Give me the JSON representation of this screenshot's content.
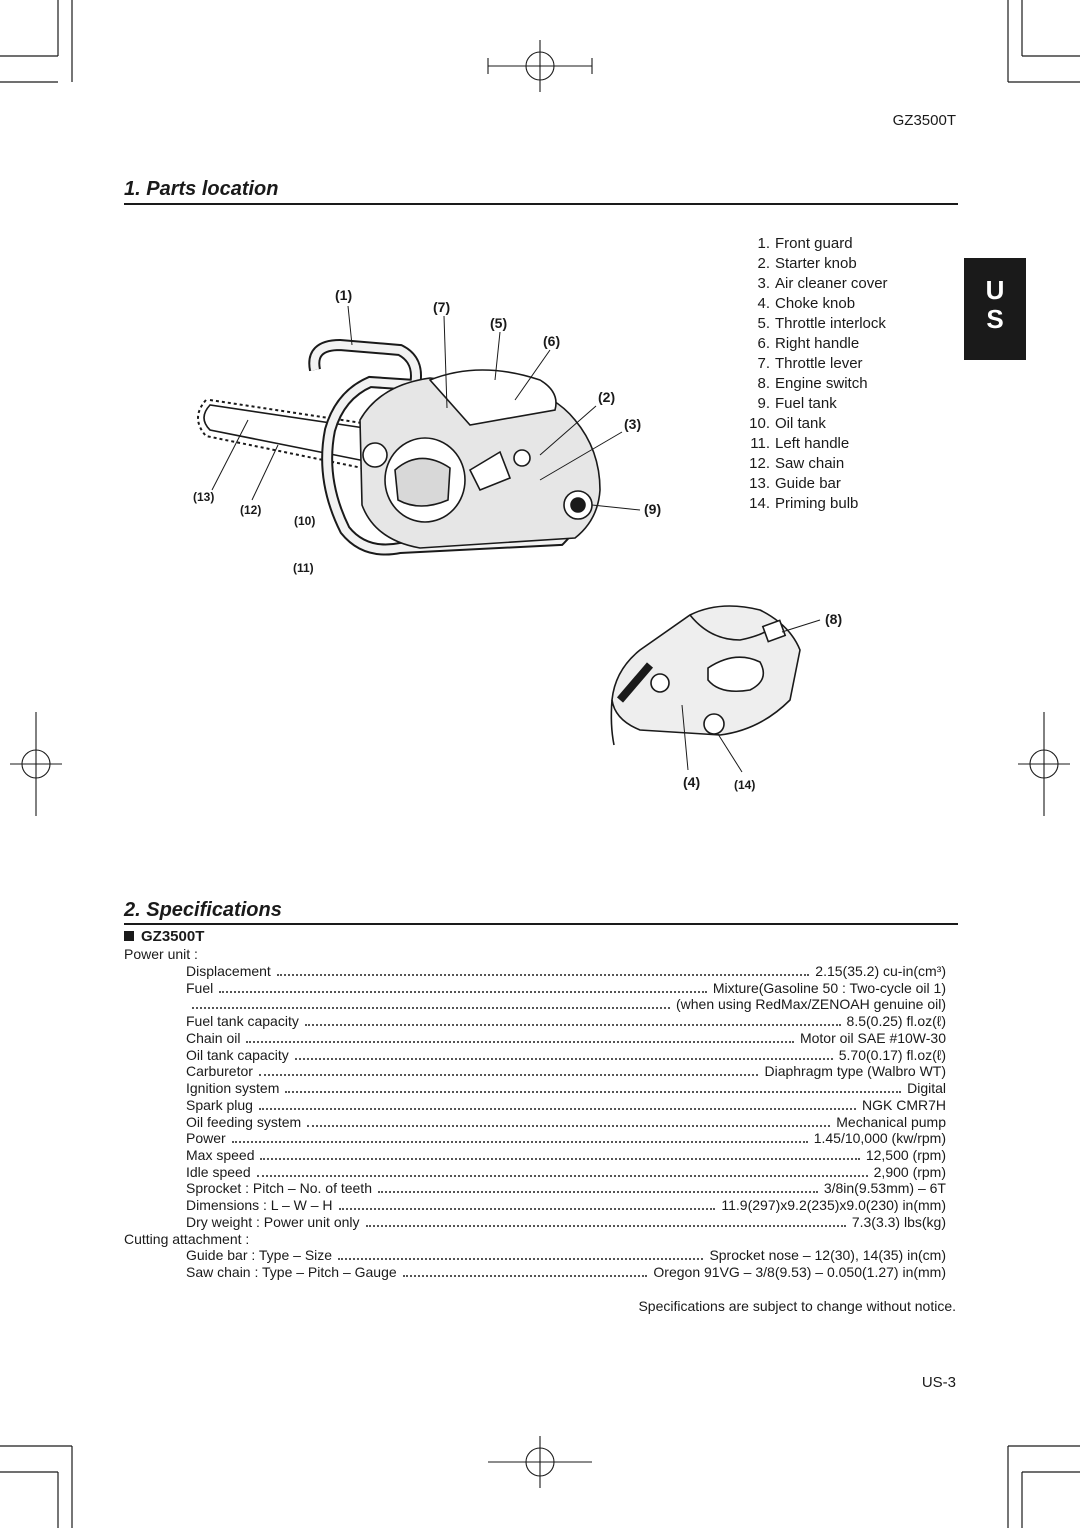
{
  "header": {
    "model": "GZ3500T"
  },
  "sections": {
    "parts_title": "1. Parts location",
    "spec_title": "2. Specifications"
  },
  "lang_tab": {
    "line1": "U",
    "line2": "S"
  },
  "parts": [
    {
      "num": "1.",
      "name": "Front guard"
    },
    {
      "num": "2.",
      "name": "Starter knob"
    },
    {
      "num": "3.",
      "name": "Air cleaner cover"
    },
    {
      "num": "4.",
      "name": "Choke knob"
    },
    {
      "num": "5.",
      "name": "Throttle interlock"
    },
    {
      "num": "6.",
      "name": "Right handle"
    },
    {
      "num": "7.",
      "name": "Throttle lever"
    },
    {
      "num": "8.",
      "name": "Engine switch"
    },
    {
      "num": "9.",
      "name": "Fuel tank"
    },
    {
      "num": "10.",
      "name": "Oil tank"
    },
    {
      "num": "11.",
      "name": "Left handle"
    },
    {
      "num": "12.",
      "name": "Saw chain"
    },
    {
      "num": "13.",
      "name": "Guide bar"
    },
    {
      "num": "14.",
      "name": "Priming bulb"
    }
  ],
  "callouts": {
    "c1": "(1)",
    "c7": "(7)",
    "c5": "(5)",
    "c6": "(6)",
    "c2": "(2)",
    "c3": "(3)",
    "c9": "(9)",
    "c13": "(13)",
    "c12": "(12)",
    "c10": "(10)",
    "c11": "(11)",
    "c8": "(8)",
    "c4": "(4)",
    "c14": "(14)"
  },
  "specs": {
    "model": "GZ3500T",
    "power_unit_label": "Power unit :",
    "power_unit": [
      {
        "label": "Displacement",
        "value": "2.15(35.2) cu-in(cm³)"
      },
      {
        "label": "Fuel",
        "value": "Mixture(Gasoline 50 : Two-cycle oil 1)"
      },
      {
        "label": "",
        "value": "(when using RedMax/ZENOAH genuine oil)"
      },
      {
        "label": "Fuel tank capacity",
        "value": "8.5(0.25) fl.oz(ℓ)"
      },
      {
        "label": "Chain oil",
        "value": "Motor oil SAE #10W-30"
      },
      {
        "label": "Oil tank capacity",
        "value": "5.70(0.17) fl.oz(ℓ)"
      },
      {
        "label": "Carburetor",
        "value": "Diaphragm type (Walbro WT)"
      },
      {
        "label": "Ignition system",
        "value": "Digital"
      },
      {
        "label": "Spark plug",
        "value": "NGK CMR7H"
      },
      {
        "label": "Oil feeding system",
        "value": "Mechanical pump"
      },
      {
        "label": "Power",
        "value": "1.45/10,000 (kw/rpm)"
      },
      {
        "label": "Max speed",
        "value": "12,500 (rpm)"
      },
      {
        "label": "Idle speed",
        "value": "2,900 (rpm)"
      },
      {
        "label": "Sprocket : Pitch – No. of teeth",
        "value": "3/8in(9.53mm) – 6T"
      },
      {
        "label": "Dimensions : L – W – H",
        "value": "11.9(297)x9.2(235)x9.0(230) in(mm)"
      },
      {
        "label": "Dry weight : Power unit only",
        "value": "7.3(3.3) lbs(kg)"
      }
    ],
    "cutting_label": "Cutting attachment :",
    "cutting": [
      {
        "label": "Guide bar : Type – Size",
        "value": "Sprocket nose – 12(30), 14(35) in(cm)"
      },
      {
        "label": "Saw chain : Type – Pitch – Gauge",
        "value": "Oregon 91VG – 3/8(9.53) – 0.050(1.27) in(mm)"
      }
    ],
    "note": "Specifications are subject to change without notice."
  },
  "footer": {
    "page": "US-3"
  }
}
